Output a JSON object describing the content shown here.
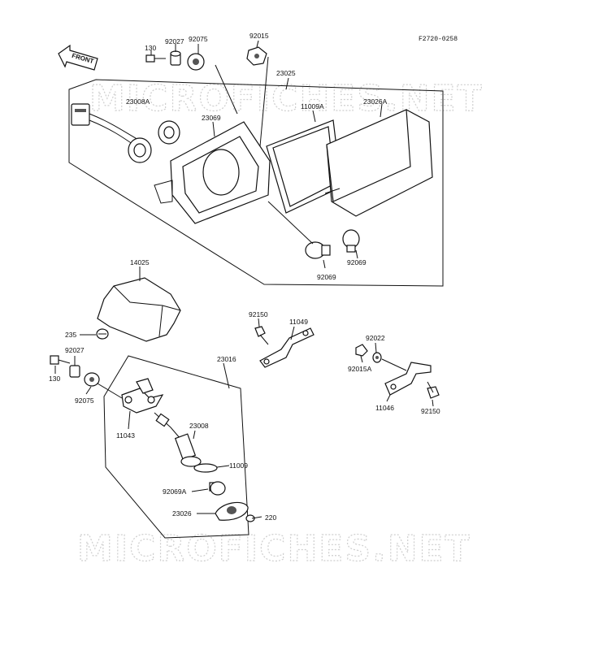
{
  "diagram": {
    "code": "F2720-0258",
    "front_label": "FRONT",
    "watermark": "MICROFICHES.NET",
    "upper_assembly": {
      "labels": [
        "130",
        "92027",
        "92075",
        "92015",
        "23025",
        "23008A",
        "23069",
        "11009A",
        "23026A",
        "92069",
        "92069"
      ]
    },
    "lower_assembly": {
      "labels": [
        "14025",
        "235",
        "92027",
        "130",
        "92075",
        "23016",
        "11043",
        "23008",
        "11009",
        "92069A",
        "23026",
        "220",
        "92150",
        "11049",
        "92022",
        "92015A",
        "11046",
        "92150"
      ]
    }
  }
}
